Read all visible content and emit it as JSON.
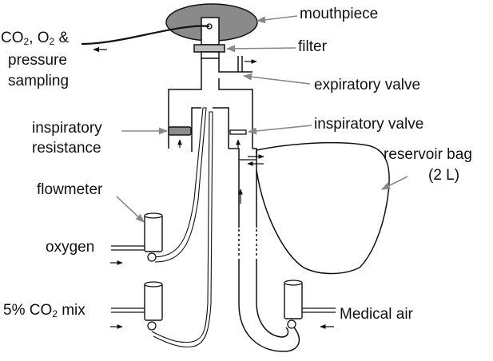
{
  "labels": {
    "mouthpiece": "mouthpiece",
    "filter": "filter",
    "sampling_gas1": "CO",
    "sampling_sub1": "2",
    "sampling_mid": ", O",
    "sampling_sub2": "2",
    "sampling_amp": " &",
    "sampling_line2": "pressure",
    "sampling_line3": "sampling",
    "expiratory_valve": "expiratory valve",
    "inspiratory_valve": "inspiratory valve",
    "inspiratory_resistance_line1": "inspiratory",
    "inspiratory_resistance_line2": "resistance",
    "reservoir_bag_line1": "reservoir bag",
    "reservoir_bag_line2": "(2 L)",
    "flowmeter": "flowmeter",
    "oxygen": "oxygen",
    "co2_mix_pre": "5% CO",
    "co2_mix_sub": "2",
    "co2_mix_post": " mix",
    "medical_air": "Medical air"
  },
  "colors": {
    "line": "#111111",
    "leader": "#888888",
    "mouthpiece_fill": "#8a8a8a",
    "filter_fill": "#bdbdbd",
    "resistance_fill": "#8c8c8c"
  }
}
